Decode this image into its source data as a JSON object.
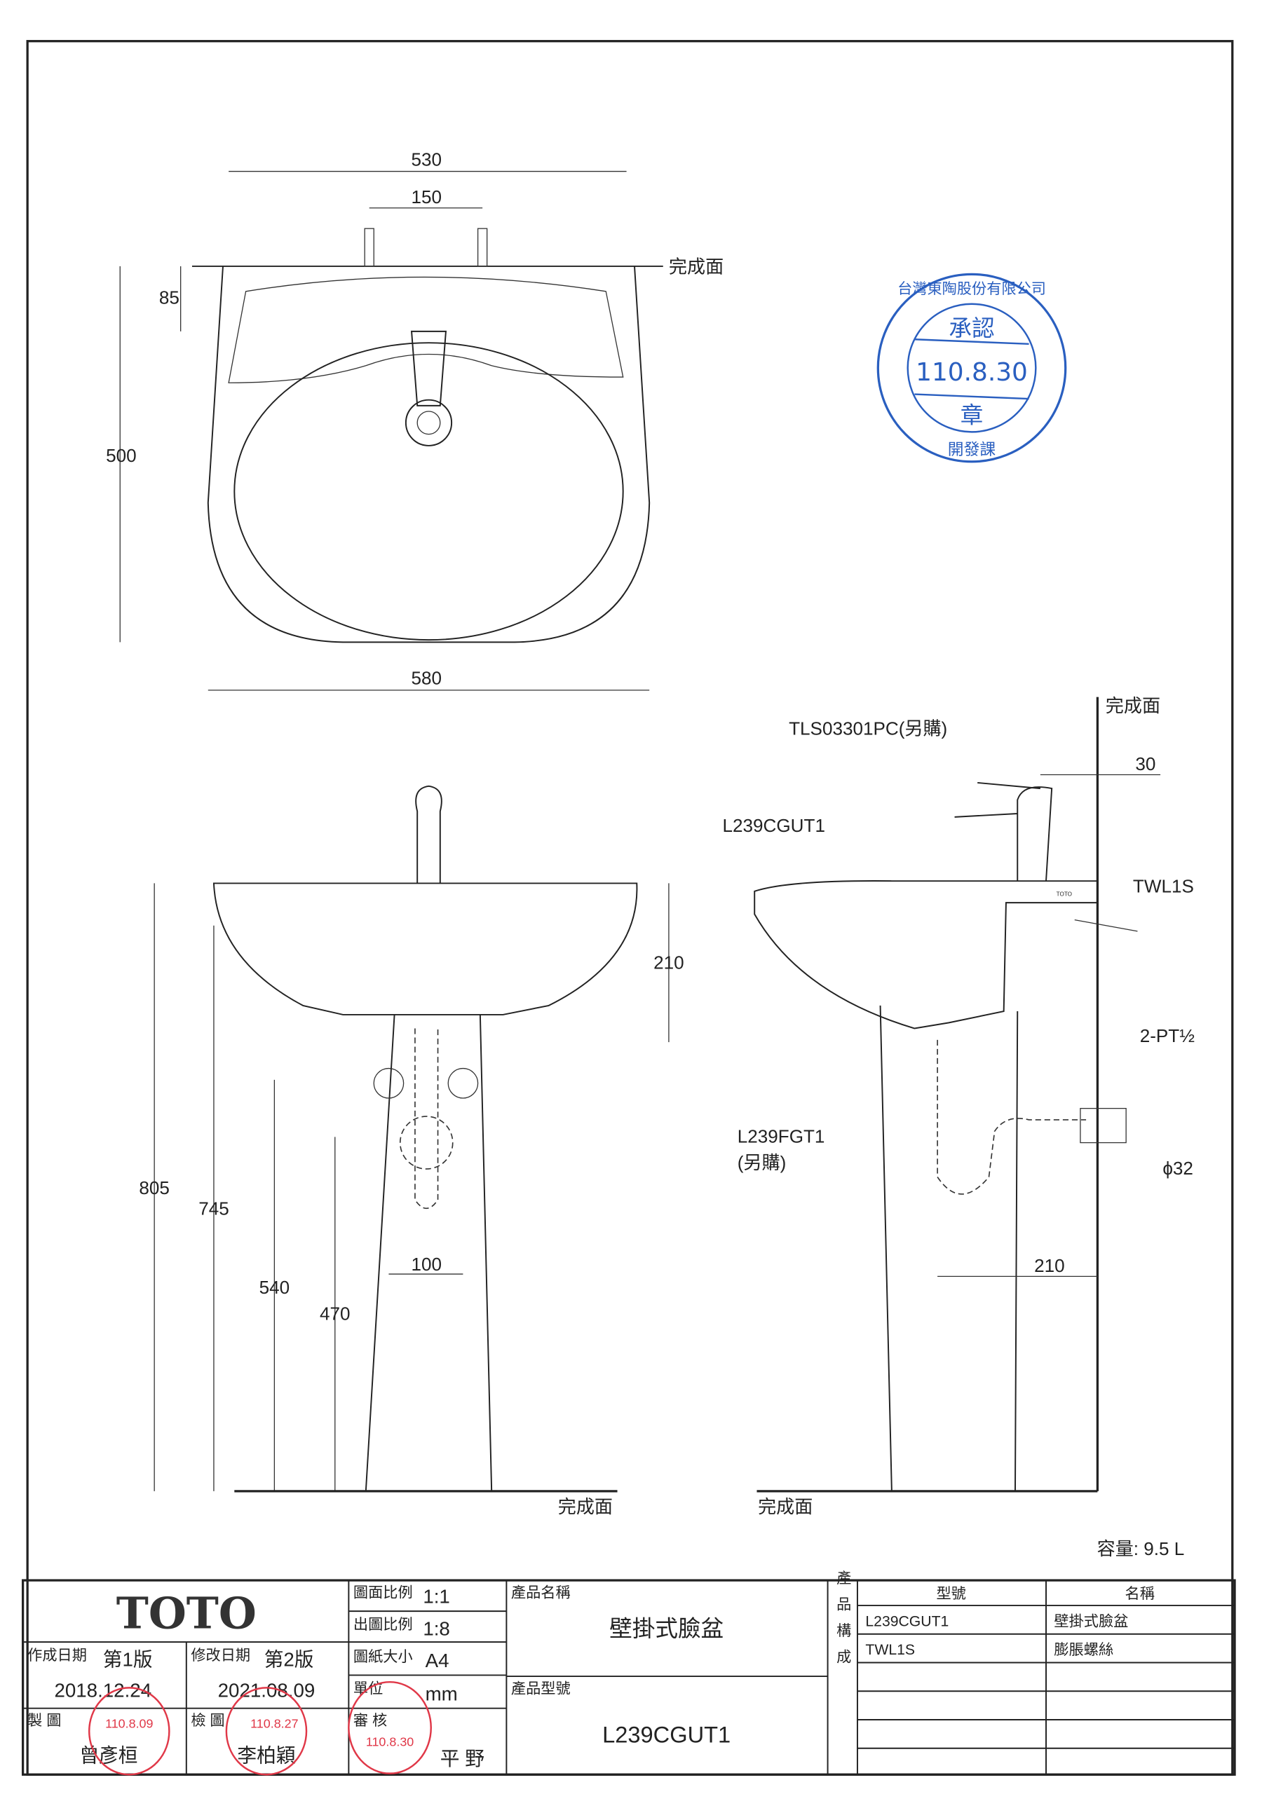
{
  "drawing": {
    "top_view": {
      "dim_width_top": "530",
      "dim_holes": "150",
      "dim_depth": "500",
      "dim_offset": "85",
      "dim_width_bottom": "580",
      "finish_surface": "完成面"
    },
    "front_view": {
      "dim_total_height": "805",
      "dim_rim_height": "745",
      "dim_supply_height": "540",
      "dim_drain_height": "470",
      "dim_basin_depth": "210",
      "dim_supply_spacing": "100",
      "finish_surface": "完成面"
    },
    "side_view": {
      "finish_surface_wall": "完成面",
      "finish_surface_floor": "完成面",
      "faucet_label": "TLS03301PC(另購)",
      "basin_label": "L239CGUT1",
      "bolt_label": "TWL1S",
      "valve_label": "2-PT½",
      "pedestal_label": "L239FGT1",
      "pedestal_note": "(另購)",
      "drain_dia": "ϕ32",
      "dim_wall": "30",
      "dim_trap": "210",
      "brand_mark": "TOTO"
    },
    "capacity": "容量: 9.5 L"
  },
  "approval_stamp": {
    "company": "台灣東陶股份有限公司",
    "title": "承認",
    "date": "110.8.30",
    "seal": "章",
    "dept": "開發課"
  },
  "title_block": {
    "logo": "TOTO",
    "drawing_scale_label": "圖面比例",
    "drawing_scale": "1:1",
    "print_scale_label": "出圖比例",
    "print_scale": "1:8",
    "paper_size_label": "圖紙大小",
    "paper_size": "A4",
    "unit_label": "單位",
    "unit": "mm",
    "created_label": "作成日期",
    "created_version": "第1版",
    "created_date": "2018.12.24",
    "revised_label": "修改日期",
    "revised_version": "第2版",
    "revised_date": "2021.08.09",
    "drawn_label": "製 圖",
    "drawn_by": "曾彥桓",
    "drawn_stamp": "110.8.09",
    "checked_label": "檢 圖",
    "checked_by": "李柏穎",
    "checked_stamp": "110.8.27",
    "approved_label": "審 核",
    "approved_by": "平 野",
    "approved_stamp": "110.8.30",
    "product_name_label": "產品名稱",
    "product_name": "壁掛式臉盆",
    "product_model_label": "產品型號",
    "product_model": "L239CGUT1",
    "composition_label": "產品構成",
    "components_headers": [
      "型號",
      "名稱"
    ],
    "components": [
      {
        "model": "L239CGUT1",
        "name": "壁掛式臉盆"
      },
      {
        "model": "TWL1S",
        "name": "膨脹螺絲"
      }
    ]
  }
}
